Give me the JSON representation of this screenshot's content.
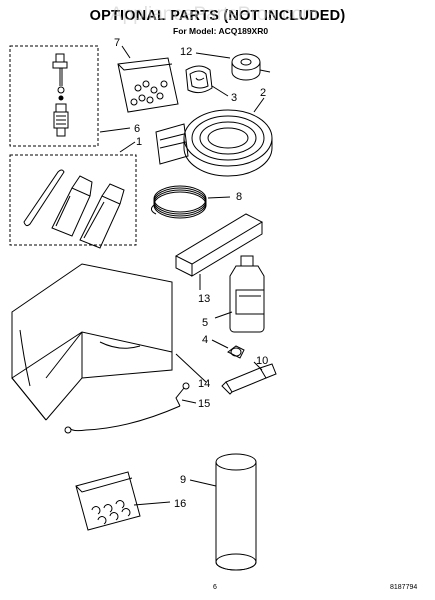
{
  "header": {
    "title": "OPTIONAL PARTS (NOT INCLUDED)",
    "subtitle": "For Model: ACQ189XR0"
  },
  "watermark": "AppliancePartsPros.com",
  "callouts": {
    "c1": "1",
    "c2": "2",
    "c3": "3",
    "c4": "4",
    "c5": "5",
    "c6": "6",
    "c7": "7",
    "c8": "8",
    "c9": "9",
    "c10": "10",
    "c12": "12",
    "c13": "13",
    "c14": "14",
    "c15": "15",
    "c16": "16"
  },
  "footer": {
    "page_number": "6",
    "document_code": "8187794"
  }
}
